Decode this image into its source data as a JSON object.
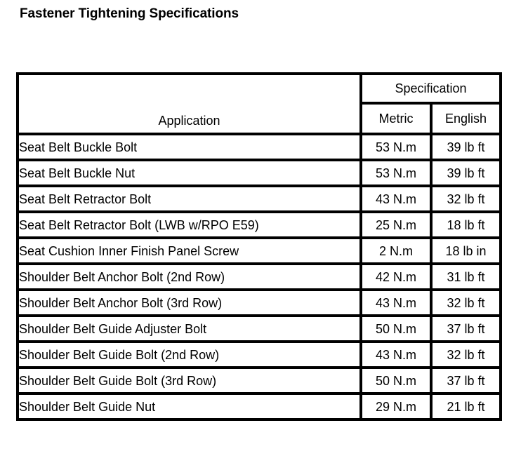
{
  "page": {
    "title": "Fastener Tightening Specifications"
  },
  "table": {
    "headers": {
      "application": "Application",
      "specification": "Specification",
      "metric": "Metric",
      "english": "English"
    },
    "rows": [
      {
        "application": "Seat Belt Buckle Bolt",
        "metric": "53 N.m",
        "english": "39 lb ft"
      },
      {
        "application": "Seat Belt Buckle Nut",
        "metric": "53 N.m",
        "english": "39 lb ft"
      },
      {
        "application": "Seat Belt Retractor Bolt",
        "metric": "43 N.m",
        "english": "32 lb ft"
      },
      {
        "application": "Seat Belt Retractor Bolt (LWB w/RPO E59)",
        "metric": "25 N.m",
        "english": "18 lb ft"
      },
      {
        "application": "Seat Cushion Inner Finish Panel Screw",
        "metric": "2 N.m",
        "english": "18 lb in"
      },
      {
        "application": "Shoulder Belt Anchor Bolt (2nd Row)",
        "metric": "42 N.m",
        "english": "31 lb ft"
      },
      {
        "application": "Shoulder Belt Anchor Bolt (3rd Row)",
        "metric": "43 N.m",
        "english": "32 lb ft"
      },
      {
        "application": "Shoulder Belt Guide Adjuster Bolt",
        "metric": "50 N.m",
        "english": "37 lb ft"
      },
      {
        "application": "Shoulder Belt Guide Bolt (2nd Row)",
        "metric": "43 N.m",
        "english": "32 lb ft"
      },
      {
        "application": "Shoulder Belt Guide Bolt (3rd Row)",
        "metric": "50 N.m",
        "english": "37 lb ft"
      },
      {
        "application": "Shoulder Belt Guide Nut",
        "metric": "29 N.m",
        "english": "21 lb ft"
      }
    ]
  },
  "colors": {
    "text": "#000000",
    "background": "#ffffff",
    "border": "#000000"
  }
}
